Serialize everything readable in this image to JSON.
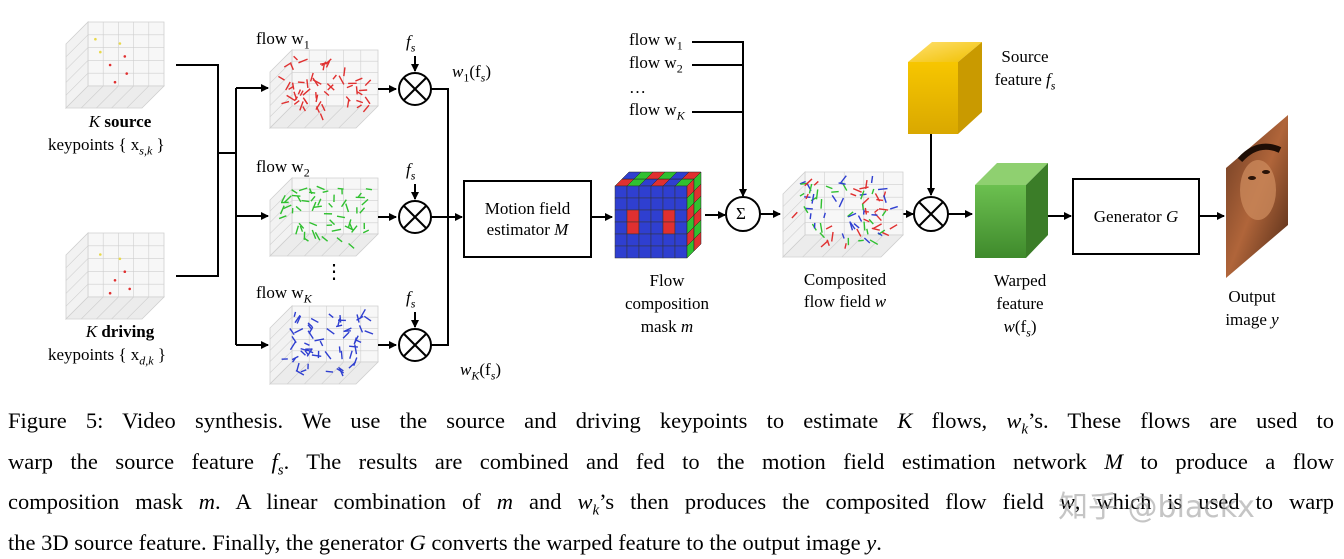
{
  "figure": {
    "source_kp": {
      "title_k": "K",
      "title_rest": "source",
      "sub": "keypoints { x",
      "sub_idx": "s,k",
      "sub_end": " }"
    },
    "driving_kp": {
      "title_k": "K",
      "title_rest": "driving",
      "sub": "keypoints { x",
      "sub_idx": "d,k",
      "sub_end": " }"
    },
    "flows": [
      {
        "label": "flow w",
        "idx": "1",
        "color": "#e03030"
      },
      {
        "label": "flow w",
        "idx": "2",
        "color": "#30c030"
      },
      {
        "label": "flow w",
        "idx": "K",
        "color": "#2f3fd0"
      }
    ],
    "vdots": "⋮",
    "fs_label": "f",
    "fs_idx": "s",
    "w1fs": {
      "w": "w",
      "idx": "1",
      "arg": "(f",
      "arg_idx": "s",
      "close": ")"
    },
    "wKfs": {
      "w": "w",
      "idx": "K",
      "arg": "(f",
      "arg_idx": "s",
      "close": ")"
    },
    "motion_box": {
      "line1": "Motion field",
      "line2": "estimator ",
      "var": "M"
    },
    "flow_mask": {
      "line1": "Flow",
      "line2": "composition",
      "line3": "mask ",
      "var": "m"
    },
    "flow_inputs": [
      {
        "label": "flow w",
        "idx": "1"
      },
      {
        "label": "flow w",
        "idx": "2"
      },
      {
        "label": "…",
        "idx": ""
      },
      {
        "label": "flow w",
        "idx": "K"
      }
    ],
    "sigma": "Σ",
    "composited": {
      "line1": "Composited",
      "line2": "flow field ",
      "var": "w"
    },
    "source_feature": {
      "line1": "Source",
      "line2": "feature ",
      "var": "f",
      "idx": "s"
    },
    "warped": {
      "line1": "Warped",
      "line2": "feature",
      "line3_w": "w",
      "line3_arg": "(f",
      "line3_idx": "s",
      "line3_close": ")"
    },
    "generator_box": {
      "label": "Generator ",
      "var": "G"
    },
    "output": {
      "line1": "Output",
      "line2": "image ",
      "var": "y"
    },
    "colors": {
      "red": "#e03030",
      "green": "#30c030",
      "blue": "#2f3fd0",
      "gold": "#f2c200",
      "darkgreen": "#4f9d3a"
    }
  },
  "caption": {
    "lines": [
      "Figure 5: Video synthesis. We use the source and driving keypoints to estimate K flows, w_k’s. These flows are used to",
      "warp the source feature f_s. The results are combined and fed to the motion field estimation network M to produce a flow",
      "composition mask m. A linear combination of m and w_k’s then produces the composited flow field w, which is used to warp",
      "the 3D source feature. Finally, the generator G converts the warped feature to the output image y."
    ]
  },
  "watermark": "知乎 @blackx"
}
